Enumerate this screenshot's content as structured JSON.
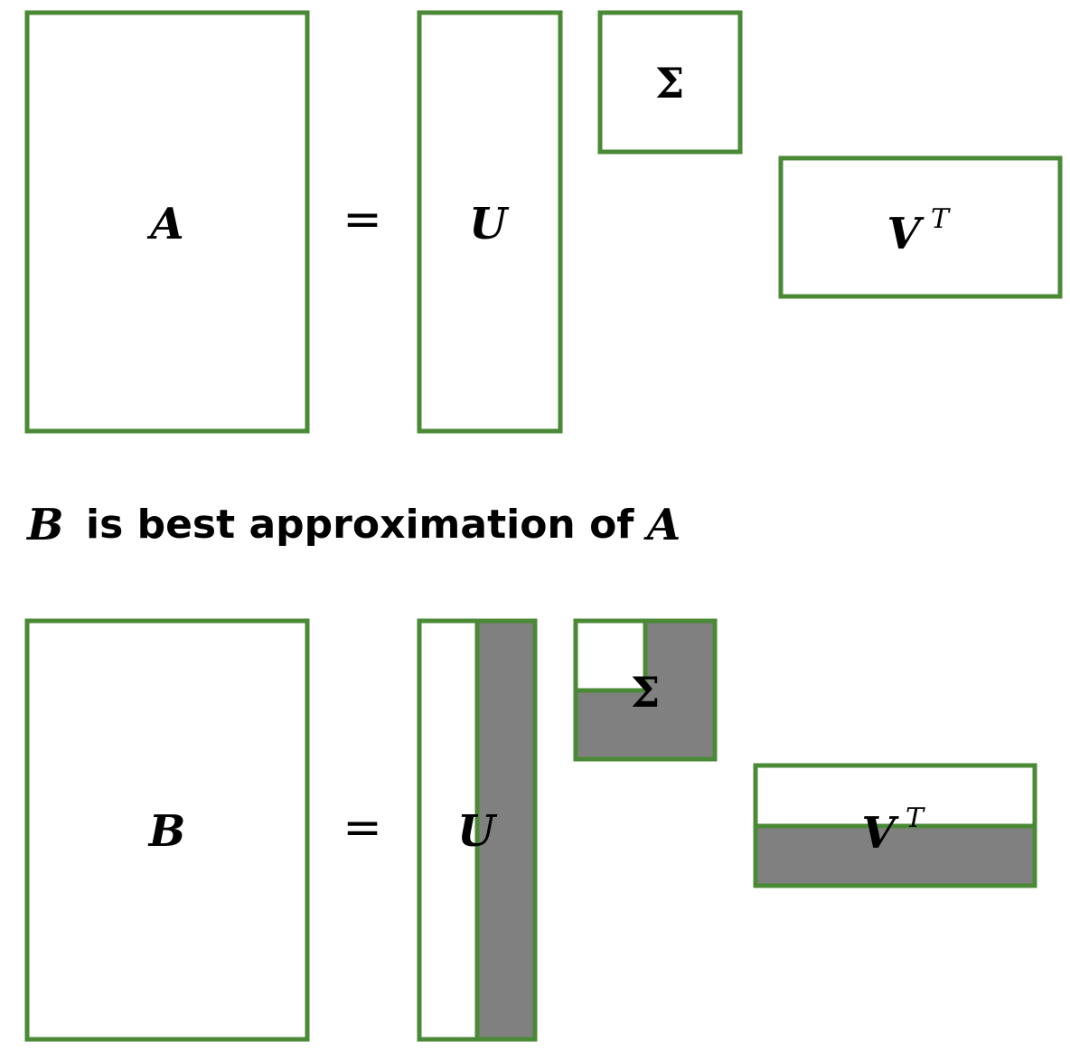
{
  "top": {
    "a": "A",
    "eq": "=",
    "u": "U",
    "sigma": "Σ",
    "v": "V",
    "t": "T"
  },
  "caption": {
    "b": "B",
    "text": "is best approximation of",
    "a": "A"
  },
  "bottom": {
    "b": "B",
    "eq": "=",
    "u": "U",
    "sigma": "Σ",
    "v": "V",
    "t": "T"
  },
  "colors": {
    "border": "#4a8a36",
    "shade": "#808080"
  }
}
